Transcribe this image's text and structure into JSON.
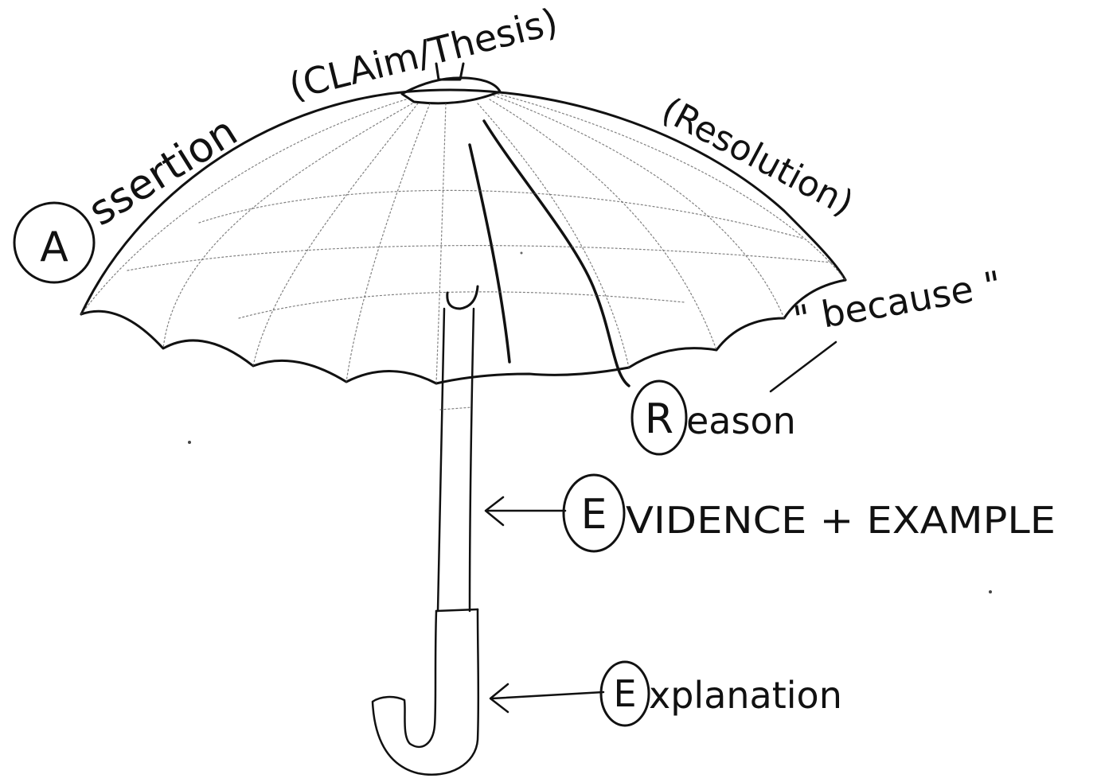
{
  "labels": {
    "assertion_letter": "A",
    "assertion_rest": "ssertion",
    "claim_thesis": "(CLAim/Thesis)",
    "resolution": "(Resolution)",
    "because": "\" because \"",
    "reason_letter": "R",
    "reason_rest": "eason",
    "evidence_letter": "E",
    "evidence_rest": "VIDENCE + EXAMPLE",
    "explanation_letter": "E",
    "explanation_rest": "xplanation"
  },
  "colors": {
    "ink": "#111111",
    "paper": "#ffffff"
  }
}
